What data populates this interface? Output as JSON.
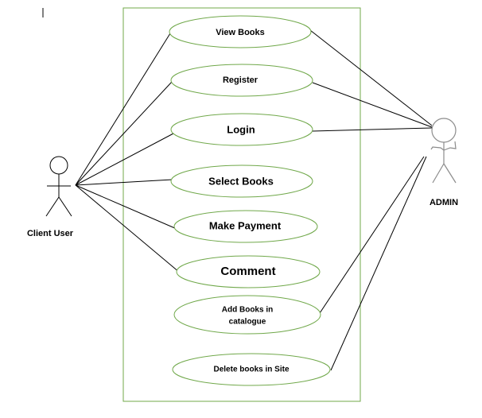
{
  "diagram": {
    "actors": {
      "client": {
        "label": "Client User"
      },
      "admin": {
        "label": "ADMIN"
      }
    },
    "use_cases": {
      "view_books": {
        "label": "View Books"
      },
      "register": {
        "label": "Register"
      },
      "login": {
        "label": "Login"
      },
      "select_books": {
        "label": "Select Books"
      },
      "make_payment": {
        "label": "Make Payment"
      },
      "comment": {
        "label": "Comment"
      },
      "add_books": {
        "label_line1": "Add Books in",
        "label_line2": "catalogue"
      },
      "delete_books": {
        "label": "Delete books in Site"
      }
    },
    "colors": {
      "boundary": "#70a84a",
      "ellipse": "#70a84a",
      "line": "#000000"
    }
  }
}
